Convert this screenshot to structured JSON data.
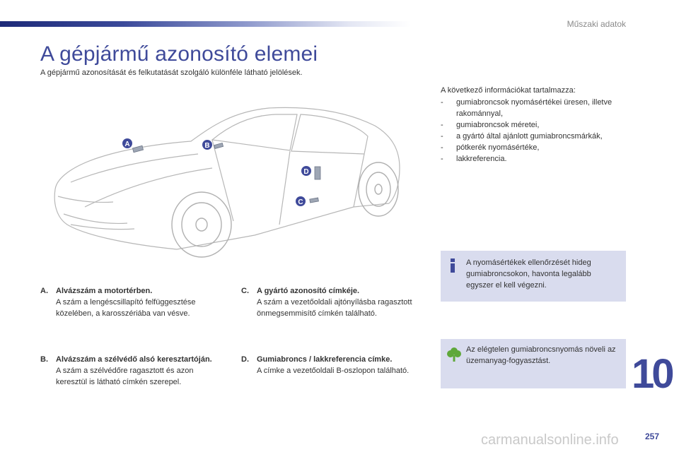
{
  "header": {
    "section_title": "Műszaki adatok"
  },
  "page": {
    "title": "A gépjármű azonosító elemei",
    "subtitle": "A gépjármű azonosítását és felkutatását szolgáló különféle látható jelölések."
  },
  "car_labels": [
    "A",
    "B",
    "C",
    "D"
  ],
  "entries": {
    "a": {
      "letter": "A.",
      "heading": "Alvázszám a motortérben.",
      "text": "A szám a lengéscsillapító felfüggesztése közelében, a karosszériába van vésve."
    },
    "b": {
      "letter": "B.",
      "heading": "Alvázszám a szélvédő alsó keresztartóján.",
      "text": "A szám a szélvédőre ragasztott és azon keresztül is látható címkén szerepel."
    },
    "c": {
      "letter": "C.",
      "heading": "A gyártó azonosító címkéje.",
      "text": "A szám a vezetőoldali ajtónyílásba ragasztott önmegsemmisítő címkén található."
    },
    "d": {
      "letter": "D.",
      "heading": "Gumiabroncs / lakkreferencia címke.",
      "text": "A címke a vezetőoldali B-oszlopon található."
    }
  },
  "right_list": {
    "intro": "A következő információkat tartalmazza:",
    "items": [
      "gumiabroncsok nyomásértékei üresen, illetve rakománnyal,",
      "gumiabroncsok méretei,",
      "a gyártó által ajánlott gumiabroncsmárkák,",
      "pótkerék nyomásértéke,",
      "lakkreferencia."
    ],
    "bullet": "-"
  },
  "info_box": {
    "icon": "info-icon",
    "text": "A nyomásértékek ellenőrzését hideg gumiabroncsokon, havonta legalább egyszer el kell végezni."
  },
  "eco_box": {
    "icon": "tree-icon",
    "text": "Az elégtelen gumiabroncsnyomás növeli az üzemanyag-fogyasztást."
  },
  "footer": {
    "chapter": "10",
    "page_number": "257",
    "watermark": "carmanualsonline.info"
  },
  "colors": {
    "accent": "#3f4a9a",
    "box_bg": "#d9dcee",
    "eco_green": "#5fa83a"
  }
}
